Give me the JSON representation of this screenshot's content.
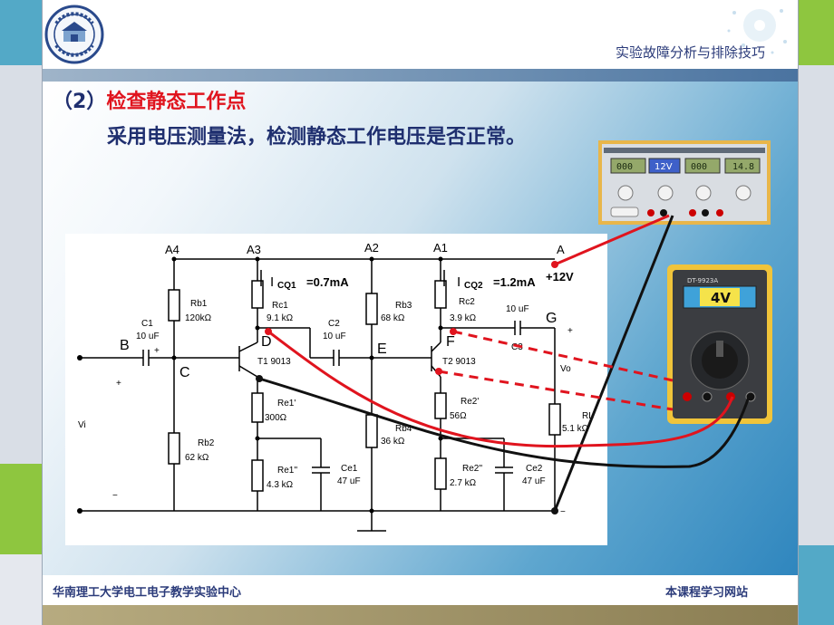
{
  "header": {
    "title": "实验故障分析与排除技巧"
  },
  "slide": {
    "heading_num": "（2）",
    "heading_title": "检查静态工作点",
    "subline": "采用电压测量法，检测静态工作电压是否正常。"
  },
  "footer": {
    "left": "华南理工大学电工电子教学实验中心",
    "right": "本课程学习网站"
  },
  "psu": {
    "display1": "000",
    "display2": "12V",
    "display3": "000",
    "display4": "14.8"
  },
  "meter": {
    "brand": "DT-9923A",
    "reading": "4V"
  },
  "circuit": {
    "nodes": {
      "A4": "A4",
      "A3": "A3",
      "A2": "A2",
      "A1": "A1",
      "A": "A",
      "B": "B",
      "C": "C",
      "D": "D",
      "E": "E",
      "F": "F",
      "G": "G"
    },
    "supply": "+12V",
    "icq1": "I",
    "icq1_sub": "CQ1",
    "icq1_val": "=0.7mA",
    "icq2": "I",
    "icq2_sub": "CQ2",
    "icq2_val": "=1.2mA",
    "components": {
      "rb1_name": "Rb1",
      "rb1_val": "120kΩ",
      "rc1_name": "Rc1",
      "rc1_val": "9.1 kΩ",
      "rb3_name": "Rb3",
      "rb3_val": "68 kΩ",
      "rc2_name": "Rc2",
      "rc2_val": "3.9 kΩ",
      "c1_name": "C1",
      "c1_val": "10 uF",
      "c2_name": "C2",
      "c2_val": "10 uF",
      "c3_val": "10 uF",
      "c3_name": "C3",
      "t1": "T1 9013",
      "t2": "T2  9013",
      "re1a_name": "Re1'",
      "re1a_val": "300Ω",
      "re2a_name": "Re2'",
      "re2a_val": "56Ω",
      "rb2_name": "Rb2",
      "rb2_val": "62 kΩ",
      "rb4_name": "Rb4",
      "rb4_val": "36 kΩ",
      "re1b_name": "Re1''",
      "re1b_val": "4.3 kΩ",
      "ce1_name": "Ce1",
      "ce1_val": "47 uF",
      "re2b_name": "Re2''",
      "re2b_val": "2.7 kΩ",
      "ce2_name": "Ce2",
      "ce2_val": "47 uF",
      "rl_name": "RL",
      "rl_val": "5.1 kΩ",
      "vi": "Vi",
      "vo": "Vo",
      "plus": "+",
      "minus": "−"
    }
  },
  "colors": {
    "title_blue": "#1f2f6f",
    "accent_red": "#e0141e",
    "probe_red": "#e0141e",
    "probe_black": "#111111"
  }
}
